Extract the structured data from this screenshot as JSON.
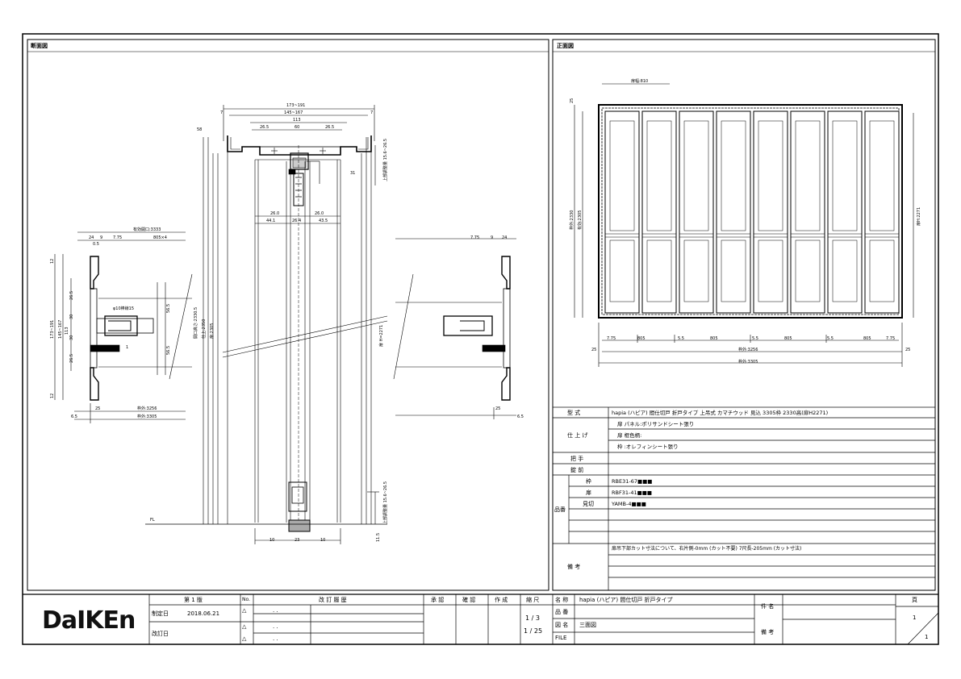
{
  "left_panel": {
    "title": "断面図"
  },
  "right_panel": {
    "title": "正面図"
  },
  "section_dims": {
    "top_w1": "173~191",
    "top_w2": "145~167",
    "top_w3": "113",
    "top_inner": [
      "26.5",
      "60",
      "26.5"
    ],
    "top_edge_l": "7",
    "top_edge_r": "7",
    "left_h": "58",
    "vert_labels": [
      "開口高さ:2330.5",
      "仕上:2350",
      "扉:2305"
    ],
    "mid": [
      "26.0",
      "26.0"
    ],
    "mid2": [
      "44.1",
      "26.4",
      "43.5"
    ],
    "right_v1": "31",
    "right_v2": "上部調整量 15.6~26.5",
    "door_h": "扉 H=2271",
    "bottom": [
      "10",
      "23",
      "10"
    ],
    "bottom_adj": "上部調整量 15.6~26.5",
    "fl": "FL",
    "right_small": "11.5"
  },
  "plan_left": {
    "top_label": "有効開口:3333",
    "dims_top": [
      "24",
      "9",
      "7.75",
      "805×4"
    ],
    "dims_v": [
      "12",
      "26.5",
      "30",
      "30",
      "26.5",
      "12"
    ],
    "overall_v": "173~191",
    "overall_v2": "145~167",
    "inner": [
      "113",
      "56.5",
      "56.5"
    ],
    "pin": "φ10棒線15",
    "small": [
      "0.5",
      "1"
    ],
    "bottom": [
      "25",
      "枠外:3256",
      "枠外:3305"
    ],
    "corner": "6.5"
  },
  "plan_right": {
    "dims_top": [
      "7.75",
      "9",
      "24"
    ],
    "bottom": [
      "25"
    ],
    "corner": "6.5"
  },
  "front": {
    "top_dim": "扉幅:810",
    "left_top": "25",
    "left_v1": "枠外:2330",
    "left_v2": "有効:2305",
    "right_v": "扉H:2271",
    "bottom_row": [
      "7.75",
      "805",
      "5.5",
      "805",
      "5.5",
      "805",
      "5.5",
      "805",
      "7.75"
    ],
    "bottom_total1": "枠外:3256",
    "bottom_total2": "枠外:3305",
    "edge_l": "25",
    "edge_r": "25"
  },
  "spec": {
    "rows": [
      {
        "label": "型 式",
        "value": "hapia (ハピア) 間仕切戸 折戸タイプ 上吊式 カマチウッド 見込 3305枠 2330高(扉H2271)"
      },
      {
        "label": "仕 上 げ",
        "lines": [
          "扉 パネル:ポリサンドシート張り",
          "扉 框色柄:",
          "枠 :オレフィンシート張り"
        ]
      },
      {
        "label": "把 手",
        "value": ""
      },
      {
        "label": "錠 前",
        "value": ""
      }
    ],
    "parts_label": "品番",
    "parts": [
      {
        "name": "枠",
        "code": "RBE31-67■■■"
      },
      {
        "name": "扉",
        "code": "RBF31-41■■■"
      },
      {
        "name": "見切",
        "code": "YAMB-4■■■"
      }
    ],
    "remarks_label": "備 考",
    "remarks": "扉吊下部カット寸法について、右片側-0mm (カット不要) 7尺長-205mm (カット寸法)"
  },
  "titleblock": {
    "logo": "DaIKEn",
    "edition": "第 1 版",
    "created_label": "制定日",
    "created_date": "2018.06.21",
    "revised_label": "改訂日",
    "no_label": "No.",
    "revision_label": "改 訂 履 歴",
    "rev_marks": [
      "△",
      "△",
      "△"
    ],
    "rev_dots": [
      ". .",
      ". .",
      ". ."
    ],
    "approve": "承 認",
    "check": "確 認",
    "author": "作 成",
    "scale_label": "縮 尺",
    "scale1": "1 / 3",
    "scale2": "1 / 25",
    "name_label": "名 称",
    "name_value": "hapia (ハピア) 間仕切戸 折戸タイプ",
    "model_label": "品 番",
    "dwg_label": "図 名",
    "dwg_value": "三面図",
    "file_label": "FILE",
    "item_label": "件 名",
    "remark_label": "備 考",
    "page_label": "頁",
    "page_num": "1",
    "page_total": "1"
  }
}
